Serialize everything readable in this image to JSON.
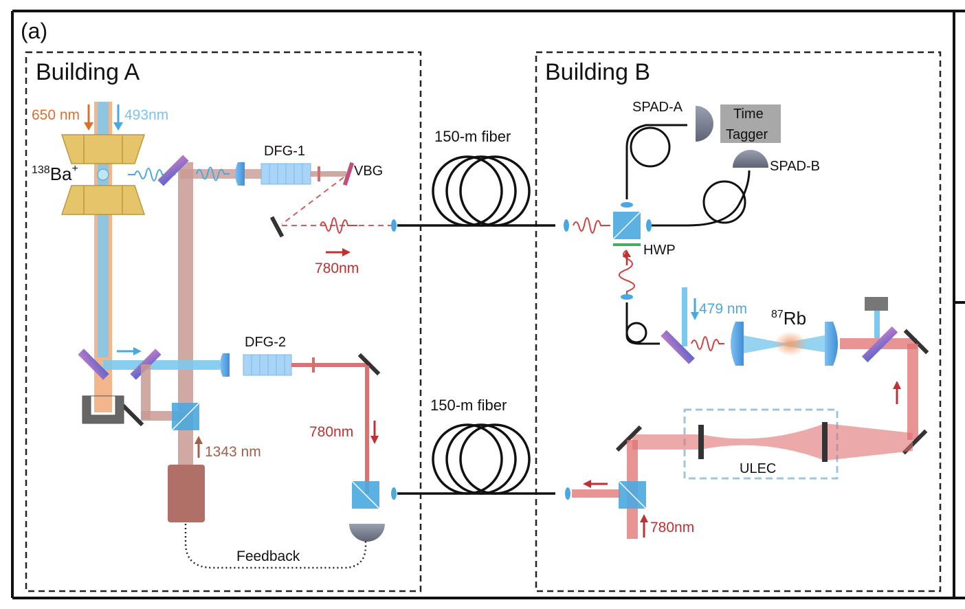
{
  "panel_label": "(a)",
  "buildings": {
    "a": "Building A",
    "b": "Building B"
  },
  "fibers": {
    "top": "150-m fiber",
    "bottom": "150-m fiber"
  },
  "building_a": {
    "wl_650": "650 nm",
    "wl_493": "493nm",
    "ion_mass": "138",
    "ion_symbol": "Ba",
    "ion_charge": "+",
    "dfg1": "DFG-1",
    "vbg": "VBG",
    "wl_780_top": "780nm",
    "dfg2": "DFG-2",
    "wl_780_mid": "780nm",
    "wl_1343": "1343 nm",
    "feedback": "Feedback"
  },
  "building_b": {
    "spad_a": "SPAD-A",
    "time_tagger_line1": "Time",
    "time_tagger_line2": "Tagger",
    "spad_b": "SPAD-B",
    "hwp": "HWP",
    "wl_479": "479 nm",
    "rb_mass": "87",
    "rb_symbol": "Rb",
    "ulec": "ULEC",
    "wl_780_bottom": "780nm"
  },
  "colors": {
    "red_beam": "#e05a5a",
    "blue_beam": "#4aa8e0",
    "orange_beam": "#e8925a",
    "ir_beam": "#c99a93",
    "crystal": "#a9d4f5",
    "mirror_purple": "#b070c0",
    "trap_gold": "#e6c56a",
    "text_red": "#c03030",
    "text_blue": "#4aa8e0",
    "text_orange": "#d8702f",
    "text_brown": "#a0604a"
  }
}
